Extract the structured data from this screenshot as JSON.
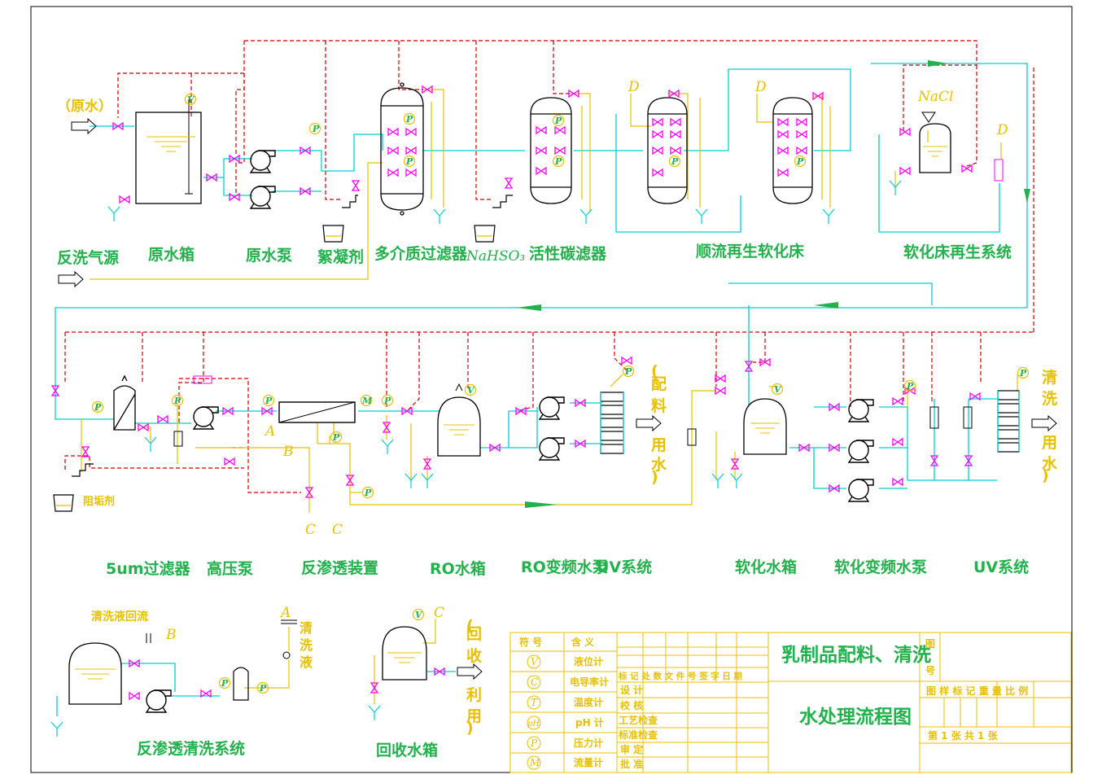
{
  "labels": {
    "raw_water": "（原水）",
    "backwash_air": "反洗气源",
    "raw_tank": "原水箱",
    "raw_pump": "原水泵",
    "flocculant": "絮凝剂",
    "multimedia_filter": "多介质过滤器",
    "nahso3": "NaHSO₃",
    "carbon_filter": "活性碳滤器",
    "softener": "顺流再生软化床",
    "regen_system": "软化床再生系统",
    "nacl": "NaCl",
    "d1": "D",
    "d2": "D",
    "d3": "D",
    "filter_5um": "5um过滤器",
    "hp_pump": "高压泵",
    "ro_unit": "反渗透装置",
    "ro_tank": "RO水箱",
    "ro_vfd_pump": "RO变频水泵",
    "uv1": "UV系统",
    "soft_tank": "软化水箱",
    "soft_vfd_pump": "软化变频水泵",
    "uv2": "UV系统",
    "batching_water": [
      "(",
      "配",
      "料",
      "用",
      "水",
      ")"
    ],
    "cleaning_water": [
      "清",
      "洗",
      "用",
      "水",
      ")"
    ],
    "antiscalant": "阻垢剂",
    "a1": "A",
    "b1": "B",
    "c1": "C",
    "c2": "C",
    "cip_return": "清洗液回流",
    "b2": "B",
    "a2": "A",
    "c3": "C",
    "cleaning_liquid": [
      "清",
      "洗",
      "液"
    ],
    "ro_cip": "反渗透清洗系统",
    "recovery_tank": "回收水箱",
    "recycle": [
      "(",
      "回",
      "收",
      "利",
      "用",
      ")"
    ]
  },
  "legend": {
    "header": [
      "符 号",
      "含 义"
    ],
    "rows": [
      {
        "symbol": "V",
        "meaning": "液位计"
      },
      {
        "symbol": "C",
        "meaning": "电导率计"
      },
      {
        "symbol": "T",
        "meaning": "温度计"
      },
      {
        "symbol": "pH",
        "meaning": "pH 计"
      },
      {
        "symbol": "P",
        "meaning": "压力计"
      },
      {
        "symbol": "M",
        "meaning": "流量计"
      }
    ]
  },
  "title_block": {
    "revision_header": "标 记 处 数 文 件 号 签  字 日 期",
    "roles": [
      "设 计",
      "校 核",
      "工艺检查",
      "标准检查",
      "审 定",
      "批 准"
    ],
    "title1": "乳制品配料、清洗",
    "title2": "水处理流程图",
    "drawing_no_label": [
      "图",
      "号"
    ],
    "headers": "图 样 标 记  重  量 比 例",
    "sheet": "第  1  张  共  1  张"
  }
}
